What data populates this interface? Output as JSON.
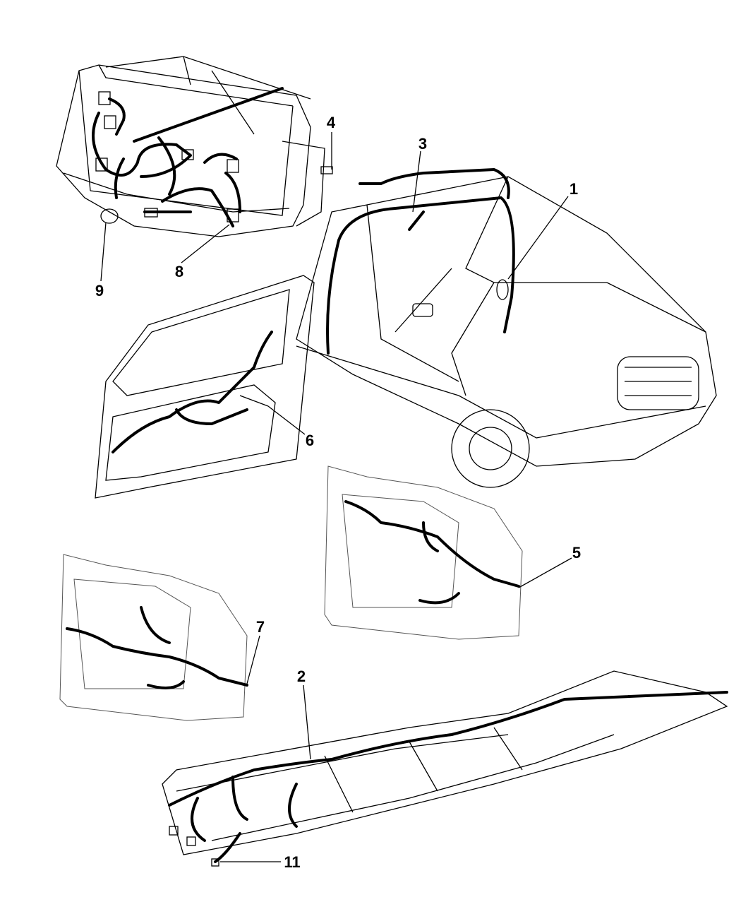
{
  "diagram": {
    "title": "Wiring harness parts diagram",
    "callouts": [
      {
        "id": "1",
        "label": "1"
      },
      {
        "id": "2",
        "label": "2"
      },
      {
        "id": "3",
        "label": "3"
      },
      {
        "id": "4",
        "label": "4"
      },
      {
        "id": "5",
        "label": "5"
      },
      {
        "id": "6",
        "label": "6"
      },
      {
        "id": "7",
        "label": "7"
      },
      {
        "id": "8",
        "label": "8"
      },
      {
        "id": "9",
        "label": "9"
      },
      {
        "id": "11",
        "label": "11"
      }
    ]
  }
}
